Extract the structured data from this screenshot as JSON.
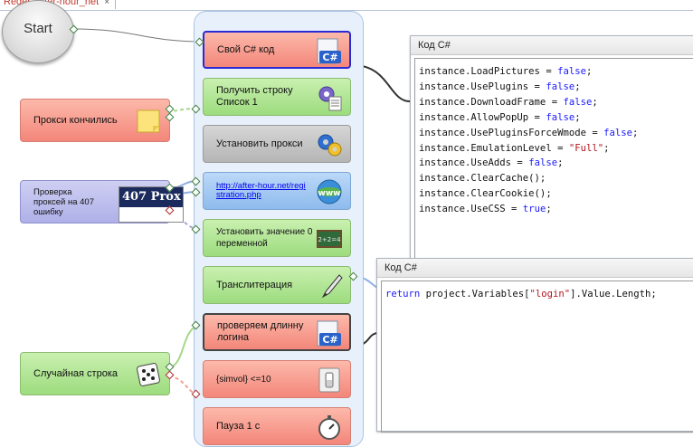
{
  "tab": {
    "title": "Reger_after-hour_net",
    "close": "×"
  },
  "start_label": "Start",
  "blocks": [
    {
      "label": "Свой C# код",
      "icon": "csharp-icon"
    },
    {
      "label": "Получить строку Список 1",
      "icon": "gears-list-icon"
    },
    {
      "label": "Установить прокси",
      "icon": "gears-icon"
    },
    {
      "label": "http://after-hour.net/registration.php",
      "icon": "www-globe-icon"
    },
    {
      "label": "Установить значение 0 переменной",
      "icon": "chalkboard-icon"
    },
    {
      "label": "Транслитерация",
      "icon": "pen-icon"
    },
    {
      "label": "проверяем длинну логина",
      "icon": "csharp-icon"
    },
    {
      "label": "{simvol} <=10",
      "icon": "switch-icon"
    },
    {
      "label": "Пауза 1 с",
      "icon": "stopwatch-icon"
    }
  ],
  "side_blocks": [
    {
      "label": "Прокси кончились",
      "icon": "sticky-note-icon"
    },
    {
      "label": "Проверка проксей на 407 ошибку",
      "preview": "407 Prox"
    },
    {
      "label": "Случайная строка",
      "icon": "dice-icon"
    }
  ],
  "panel1": {
    "title": "Код C#",
    "lines": [
      "instance.LoadPictures = false;",
      "instance.UsePlugins = false;",
      "instance.DownloadFrame = false;",
      "instance.AllowPopUp = false;",
      "instance.UsePluginsForceWmode = false;",
      "instance.EmulationLevel = \"Full\";",
      "instance.UseAdds = false;",
      "instance.ClearCache();",
      "instance.ClearCookie();",
      "instance.UseCSS = true;"
    ]
  },
  "panel2": {
    "title": "Код C#",
    "code": "return project.Variables[\"login\"].Value.Length;"
  },
  "colors": {
    "success": "#9ddc7e",
    "error": "#f3867a",
    "selected": "#2a2ad4",
    "link": "#0000ee"
  }
}
